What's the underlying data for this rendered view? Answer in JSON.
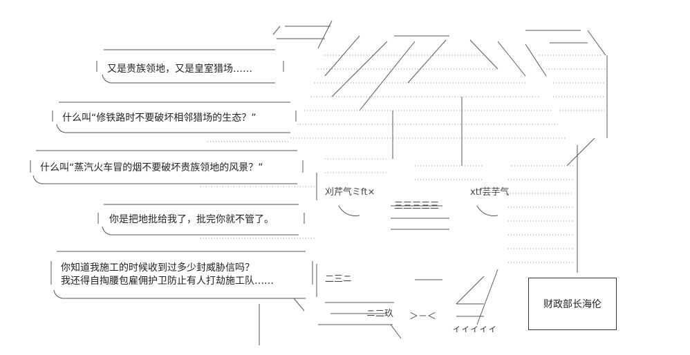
{
  "dialogue": [
    {
      "id": "line1",
      "text": "又是贵族领地，又是皇室猎场……"
    },
    {
      "id": "line2",
      "text": "什么叫“修铁路时不要破坏相邻猎场的生态？”"
    },
    {
      "id": "line3",
      "text": "什么叫“蒸汽火车冒的烟不要破坏贵族领地的风景？”"
    },
    {
      "id": "line4",
      "text": "你是把地批给我了，批完你就不管了。"
    },
    {
      "id": "line5a",
      "text": "你知道我施工的时候收到过多少封威胁信吗？"
    },
    {
      "id": "line5b",
      "text": "我还得自掏腰包雇佣护卫防止有人打劫施工队……"
    }
  ],
  "caption": {
    "speaker": "财政部长海伦"
  },
  "ascii_fragments": {
    "eyes_left": "刈芹气ミft×",
    "eyes_right": "xtf芸芋气",
    "shine": "三三三三三",
    "mouth_marks": "二三ニ",
    "ribbon_a": "ニ二玖",
    "ribbon_b": "＞－＜",
    "hair_tail": "ィィィィィ"
  }
}
